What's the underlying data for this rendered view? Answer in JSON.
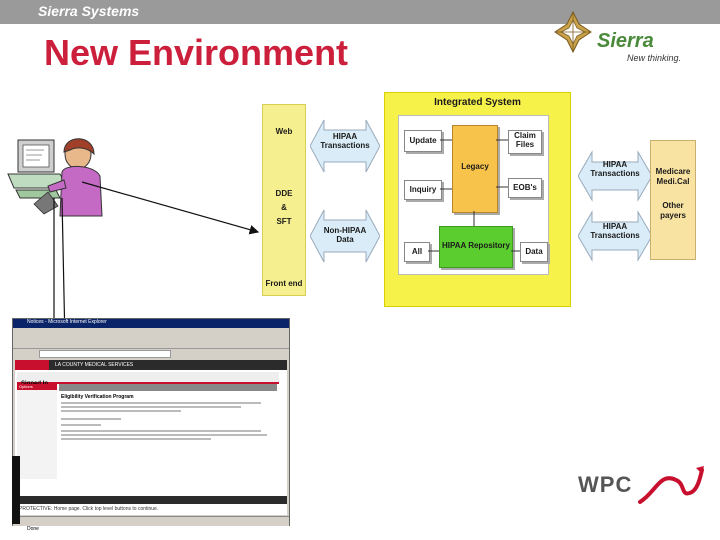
{
  "header": {
    "company": "Sierra Systems",
    "slide_title": "New Environment"
  },
  "brand": {
    "name": "Sierra",
    "tagline": "New thinking."
  },
  "diagram": {
    "front_end": {
      "web": "Web",
      "dde": "DDE",
      "amp": "&",
      "sft": "SFT",
      "label": "Front end"
    },
    "hipaa_in": [
      "HIPAA",
      "Transactions"
    ],
    "non_hipaa_in": [
      "Non-HIPAA",
      "Data"
    ],
    "integrated_system": {
      "title": "Integrated System",
      "update": "Update",
      "claim_files": [
        "Claim",
        "Files"
      ],
      "legacy": "Legacy",
      "inquiry": "Inquiry",
      "eobs": "EOB's",
      "all": "All",
      "hipaa_repository": "HIPAA Repository",
      "data": "Data"
    },
    "hipaa_out_top": [
      "HIPAA",
      "Transactions"
    ],
    "hipaa_out_bottom": [
      "HIPAA",
      "Transactions"
    ],
    "payers": {
      "line1": "Medicare",
      "line2": "Medi.Cal",
      "line3": "Other",
      "line4": "payers"
    }
  },
  "browser": {
    "window_title": "Notices - Microsoft Internet Explorer",
    "banner": "LA COUNTY MEDICAL SERVICES",
    "signed_in": "Signed In",
    "sidebar_header": "Options",
    "notices_title": "Notices",
    "notice_heading": "Eligibility Verification Program",
    "help_text": "PROTECTIVE: Home page. Click top level buttons to continue.",
    "status": "Done"
  },
  "wpc_logo": "WPC",
  "colors": {
    "title_red": "#cc1f3c",
    "integrated_yellow": "#f7f24a",
    "front_end_yellow": "#f6ef8f",
    "legacy_orange": "#f8c34a",
    "repository_green": "#5bcd2e",
    "hipaa_arrow": "#d9ecf7",
    "payers_fill": "#f9e3a3"
  }
}
